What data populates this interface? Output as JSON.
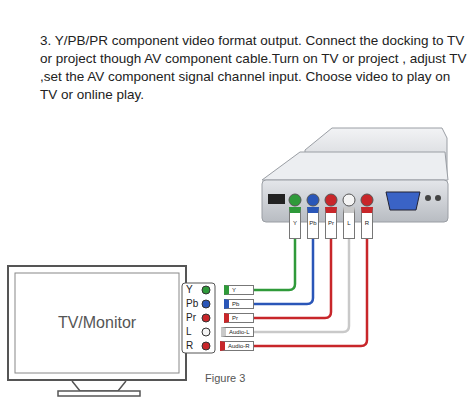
{
  "diagram": {
    "title": "3. Y/PB/PR component video format output. Connect the docking to TV or project though AV component cable.Turn on TV or project , adjust TV ,set the AV component signal channel input. Choose video to play on TV or online play.",
    "caption": "Figure 3",
    "nodes": [
      {
        "text": [
          "TV/Monitor"
        ]
      },
      {
        "text": [
          "Y",
          "Pb",
          "Pr",
          "L",
          "R"
        ]
      },
      {
        "text": [
          "Y"
        ]
      },
      {
        "text": [
          "Pb"
        ]
      },
      {
        "text": [
          "Pr"
        ]
      },
      {
        "text": [
          "Audio-L"
        ]
      },
      {
        "text": [
          "Audio-R"
        ]
      },
      {
        "text": [
          "Y"
        ]
      },
      {
        "text": [
          "Pb"
        ]
      },
      {
        "text": [
          "Pr"
        ]
      },
      {
        "text": [
          "L"
        ]
      },
      {
        "text": [
          "R"
        ]
      }
    ],
    "edges": [
      {
        "from": 7,
        "to": 2,
        "arrow": "none"
      },
      {
        "from": 8,
        "to": 3,
        "arrow": "none"
      },
      {
        "from": 9,
        "to": 4,
        "arrow": "none"
      },
      {
        "from": 10,
        "to": 5,
        "arrow": "none"
      },
      {
        "from": 11,
        "to": 6,
        "arrow": "none"
      }
    ]
  }
}
